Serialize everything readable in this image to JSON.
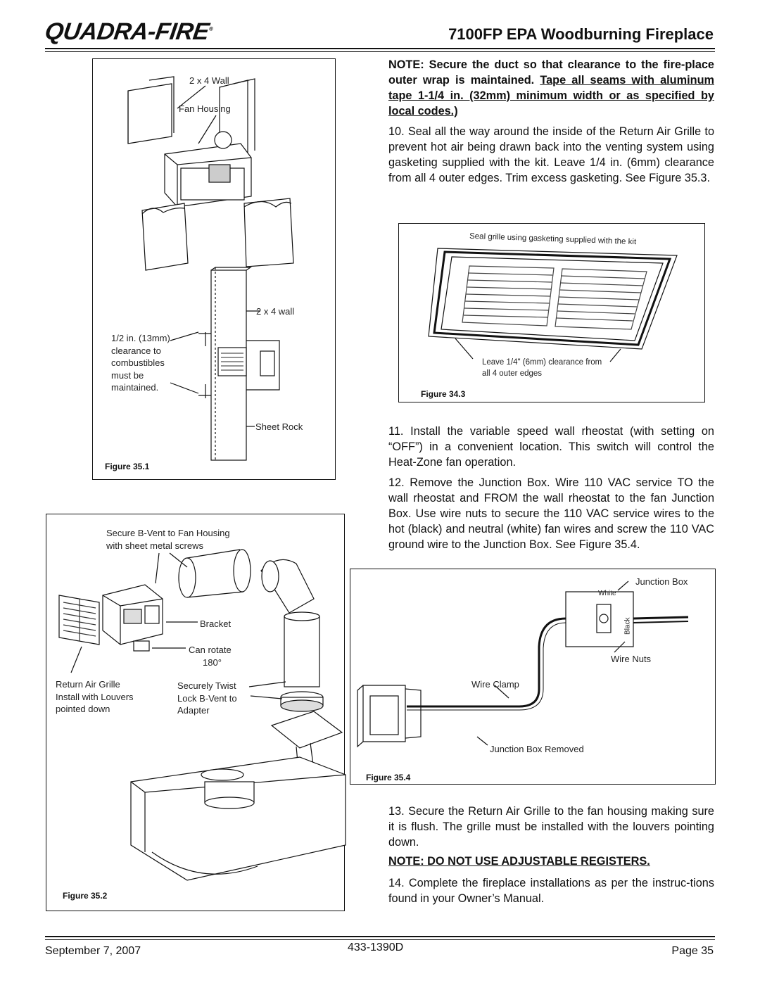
{
  "header": {
    "logo": "QUADRA-FIRE",
    "logo_mark": "®",
    "title": "7100FP EPA Woodburning Fireplace"
  },
  "figures": {
    "fig351": {
      "label": "Figure 35.1",
      "callouts": {
        "wall_top": "2 x 4 Wall",
        "fan_housing": "Fan Housing",
        "wall_side": "2 x 4 wall",
        "clearance": [
          "1/2 in. (13mm)",
          "clearance to",
          "combustibles",
          "must be",
          "maintained."
        ],
        "sheet_rock": "Sheet Rock"
      }
    },
    "fig352": {
      "label": "Figure 35.2",
      "callouts": {
        "secure": [
          "Secure B-Vent to Fan Housing",
          "with sheet metal screws"
        ],
        "bracket": "Bracket",
        "rotate": [
          "Can rotate",
          "180°"
        ],
        "grille": [
          "Return Air Grille",
          "Install with Louvers",
          "pointed down"
        ],
        "twist": [
          "Securely Twist",
          "Lock B-Vent to",
          "Adapter"
        ]
      }
    },
    "fig343": {
      "label": "Figure 34.3",
      "callouts": {
        "seal": "Seal grille using gasketing supplied with the kit",
        "leave": [
          "Leave 1/4\" (6mm) clearance from",
          "all 4 outer edges"
        ]
      }
    },
    "fig354": {
      "label": "Figure 35.4",
      "callouts": {
        "junction_box": "Junction Box",
        "white": "White",
        "black": "Black",
        "wire_nuts": "Wire Nuts",
        "wire_clamp": "Wire Clamp",
        "removed": "Junction Box Removed"
      }
    }
  },
  "content": {
    "note1": {
      "lead": "NOTE:  Secure the duct so that clearance to the fire-place outer wrap is maintained.  ",
      "underlined": "Tape all seams with aluminum tape 1-1/4 in. (32mm) minimum width or as specified by local codes.)"
    },
    "step10": "10. Seal all the way around the inside of the Return Air Grille to prevent hot air being drawn back into the venting system using gasketing supplied with the kit.  Leave 1/4 in. (6mm) clearance from all 4 outer edges.  Trim excess gasketing. See Figure 35.3.",
    "step11": "11.  Install the variable speed wall rheostat (with setting on “OFF”) in a convenient location.  This switch will control the Heat-Zone fan operation.",
    "step12": "12. Remove the Junction Box.  Wire 110 VAC service TO the wall rheostat and FROM the wall rheostat to the fan Junction Box.  Use wire nuts to secure the 110 VAC service wires to the hot (black) and neutral (white) fan wires and screw the 110 VAC ground wire to the Junction Box.  See Figure 35.4.",
    "step13": "13. Secure the Return Air Grille to the fan housing making sure it is flush. The grille must be installed with the louvers pointing down.",
    "note2": "NOTE: DO NOT USE ADJUSTABLE REGISTERS.",
    "step14": "14.  Complete the fireplace installations as per the instruc-tions found in your Owner’s Manual."
  },
  "footer": {
    "date": "September 7, 2007",
    "doc_number": "433-1390D",
    "page": "Page  35"
  }
}
